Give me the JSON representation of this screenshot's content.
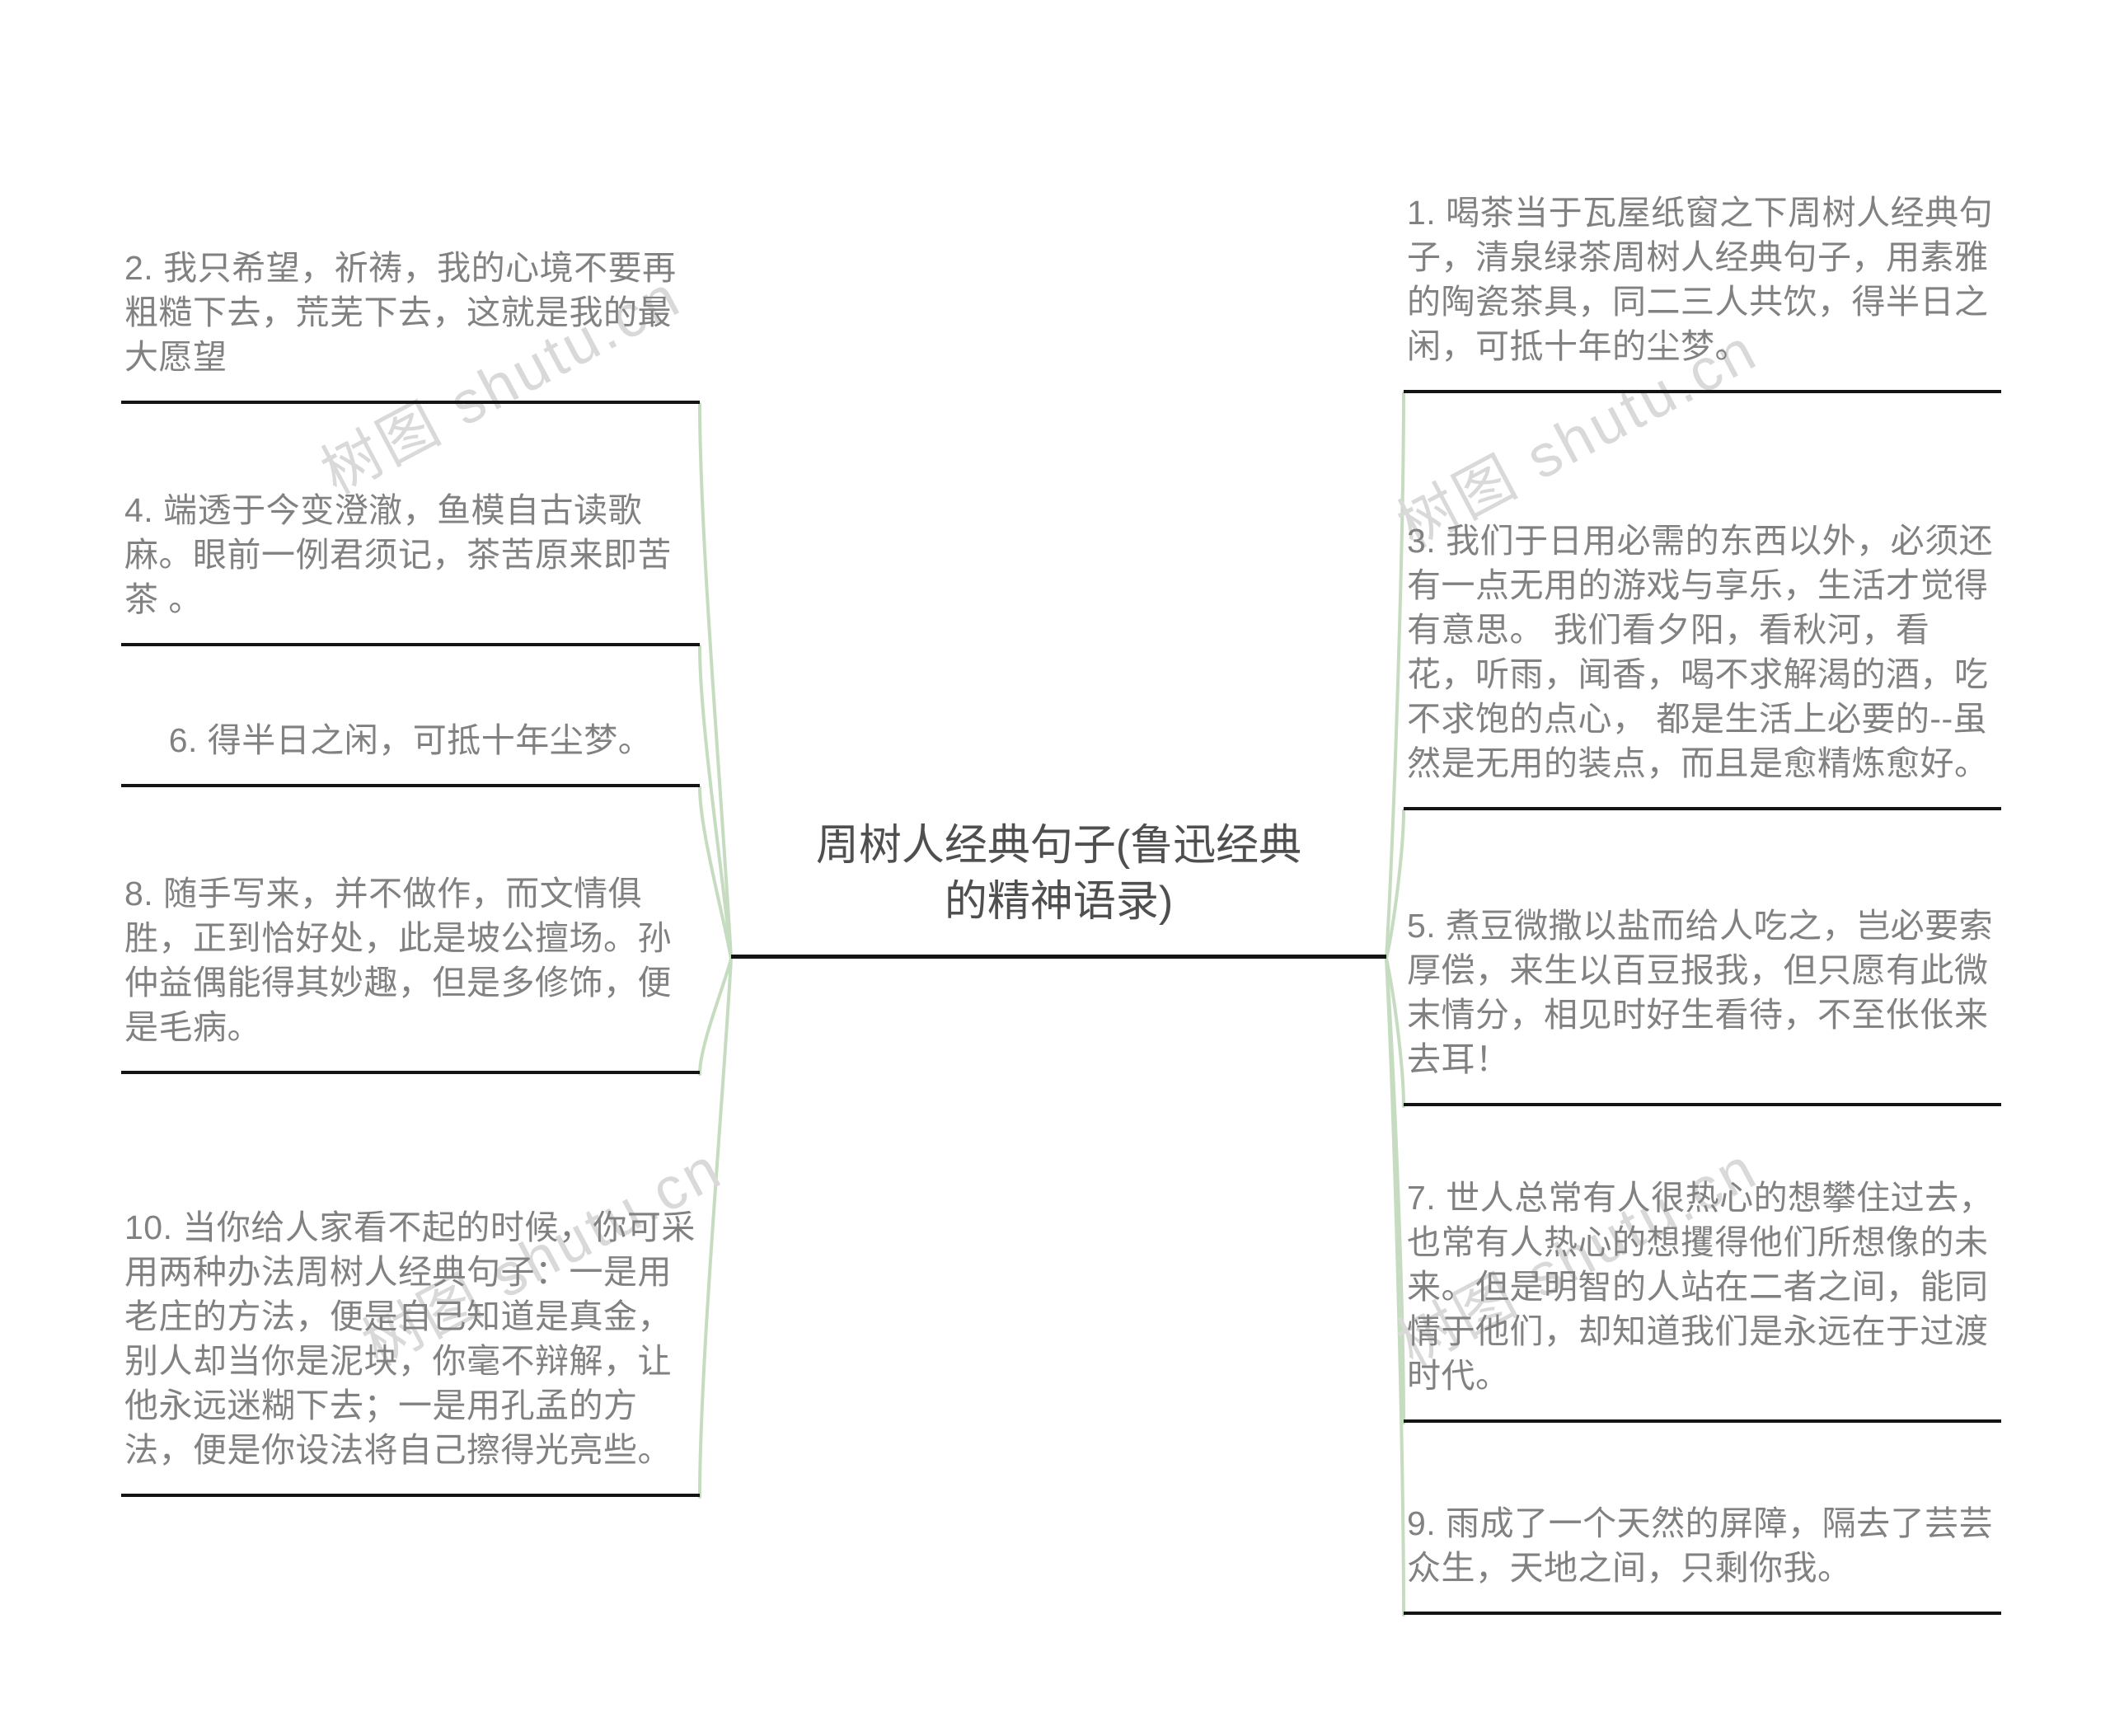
{
  "center": {
    "title": "周树人经典句子(鲁迅经典的精神语录)"
  },
  "watermark": {
    "text": "树图 shutu.cn"
  },
  "left_nodes": [
    {
      "id": "2",
      "text": "2. 我只希望，祈祷，我的心境不要再粗糙下去，荒芜下去，这就是我的最大愿望"
    },
    {
      "id": "4",
      "text": "4. 端透于今变澄澈，鱼模自古读歌麻。眼前一例君须记，茶苦原来即苦茶 。"
    },
    {
      "id": "6",
      "text": "6. 得半日之闲，可抵十年尘梦。"
    },
    {
      "id": "8",
      "text": "8. 随手写来，并不做作，而文情俱胜，正到恰好处，此是坡公擅场。孙仲益偶能得其妙趣，但是多修饰，便是毛病。"
    },
    {
      "id": "10",
      "text": "10. 当你给人家看不起的时候，你可采用两种办法周树人经典句子：一是用老庄的方法，便是自己知道是真金，别人却当你是泥块，你毫不辩解，让他永远迷糊下去；一是用孔孟的方法，便是你设法将自己擦得光亮些。"
    }
  ],
  "right_nodes": [
    {
      "id": "1",
      "text": "1. 喝茶当于瓦屋纸窗之下周树人经典句子，清泉绿茶周树人经典句子，用素雅的陶瓷茶具，同二三人共饮，得半日之闲，可抵十年的尘梦。"
    },
    {
      "id": "3",
      "text": "3. 我们于日用必需的东西以外，必须还有一点无用的游戏与享乐，生活才觉得有意思。 我们看夕阳，看秋河，看花，听雨，闻香，喝不求解渴的酒，吃不求饱的点心， 都是生活上必要的--虽然是无用的装点，而且是愈精炼愈好。"
    },
    {
      "id": "5",
      "text": "5. 煮豆微撒以盐而给人吃之，岂必要索厚偿，来生以百豆报我，但只愿有此微末情分，相见时好生看待，不至伥伥来去耳！"
    },
    {
      "id": "7",
      "text": "7. 世人总常有人很热心的想攀住过去，也常有人热心的想攫得他们所想像的未来。但是明智的人站在二者之间，能同情于他们，却知道我们是永远在于过渡时代。"
    },
    {
      "id": "9",
      "text": "9. 雨成了一个天然的屏障，隔去了芸芸众生，天地之间，只剩你我。"
    }
  ],
  "colors": {
    "connector_green": "#c6dcc0",
    "underline_black": "#141414",
    "node_text_gray": "#818181",
    "title_gray": "#4f4f4f",
    "watermark_gray": "#d9d9d9"
  }
}
